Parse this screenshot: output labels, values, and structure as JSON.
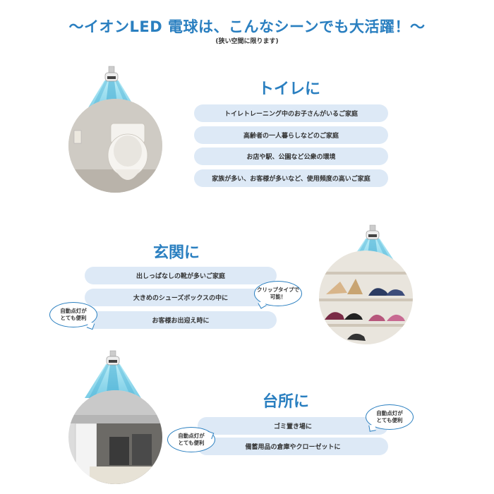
{
  "header": {
    "title": "〜イオンLED 電球は、こんなシーンでも大活躍！〜",
    "subtitle": "(狭い空間に限ります)"
  },
  "toilet": {
    "heading": "トイレに",
    "items": [
      "トイレトレーニング中のお子さんがいるご家庭",
      "高齢者の一人暮らしなどのご家庭",
      "お店や駅、公園など公衆の環境",
      "家族が多い、お客様が多いなど、使用頻度の高いご家庭"
    ]
  },
  "entrance": {
    "heading": "玄関に",
    "items": [
      "出しっぱなしの靴が多いご家庭",
      "大きめのシューズボックスの中に",
      "お客様お出迎え時に"
    ],
    "bubble_clip": [
      "クリップタイプで",
      "可能！"
    ],
    "bubble_sensor": [
      "自動点灯が",
      "とても便利"
    ]
  },
  "kitchen": {
    "heading": "台所に",
    "items": [
      "ゴミ置き場に",
      "備蓄用品の倉庫やクローゼットに"
    ],
    "bubble_left": [
      "自動点灯が",
      "とても便利"
    ],
    "bubble_right": [
      "自動点灯が",
      "とても便利"
    ]
  },
  "colors": {
    "accent": "#2a7fc0",
    "pill": "#dde9f6",
    "ray": "#7fd0e6"
  }
}
